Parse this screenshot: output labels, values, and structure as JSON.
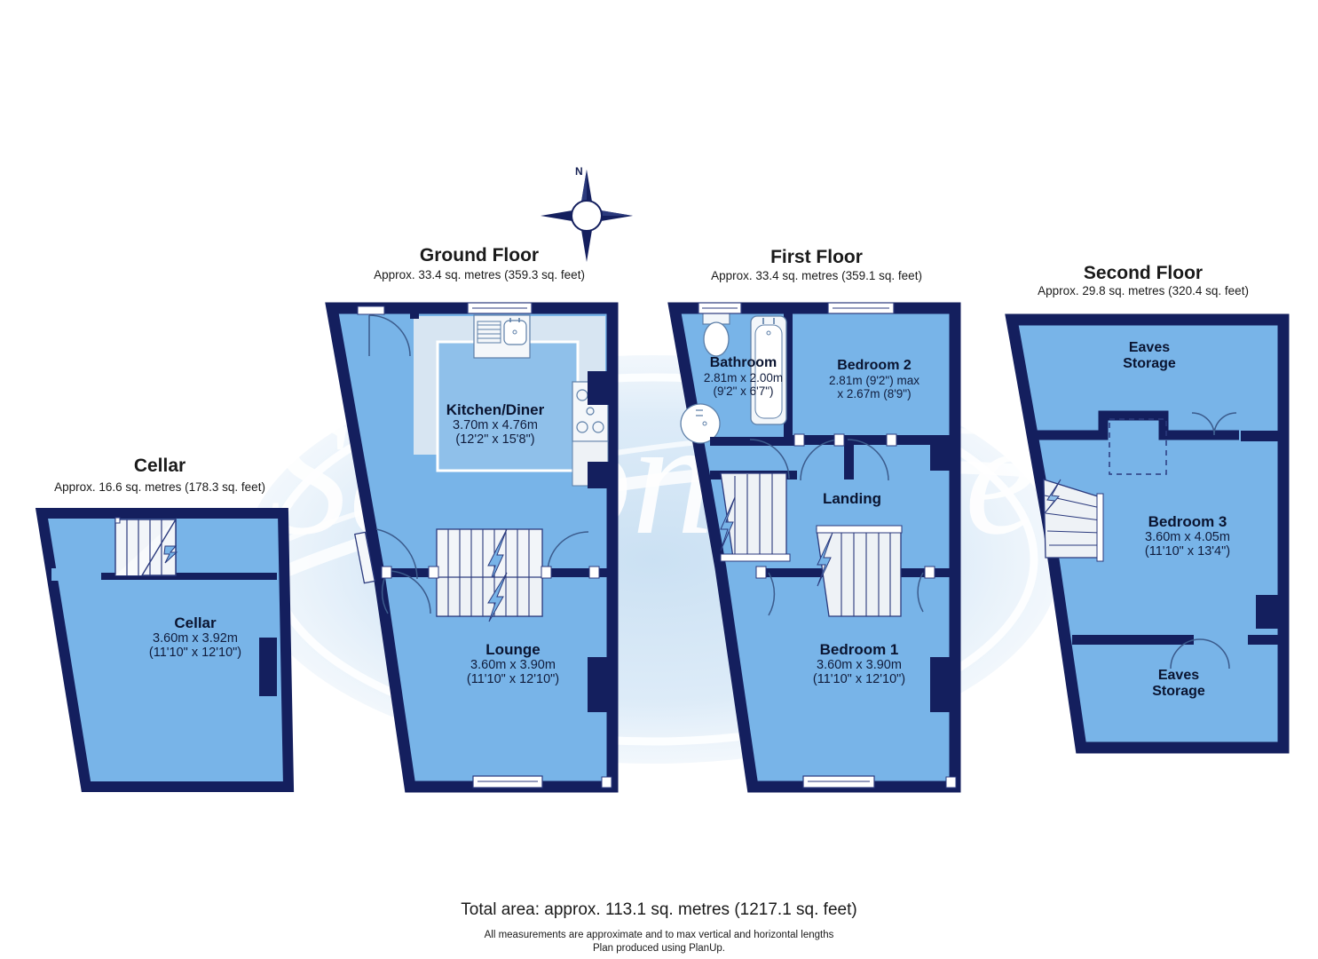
{
  "document": {
    "type": "property-floorplan",
    "watermark": "Saxton Mee",
    "compass_label": "N"
  },
  "floors": [
    {
      "id": "cellar",
      "title": "Cellar",
      "area_line": "Approx. 16.6 sq. metres (178.3 sq. feet)",
      "rooms": [
        {
          "id": "cellar-room",
          "name": "Cellar",
          "dim_metric": "3.60m x 3.92m",
          "dim_imperial": "(11'10\" x 12'10\")"
        }
      ]
    },
    {
      "id": "ground-floor",
      "title": "Ground Floor",
      "area_line": "Approx. 33.4 sq. metres (359.3 sq. feet)",
      "rooms": [
        {
          "id": "kitchen-diner",
          "name": "Kitchen/Diner",
          "dim_metric": "3.70m x 4.76m",
          "dim_imperial": "(12'2\" x 15'8\")"
        },
        {
          "id": "lounge",
          "name": "Lounge",
          "dim_metric": "3.60m x 3.90m",
          "dim_imperial": "(11'10\" x 12'10\")"
        }
      ]
    },
    {
      "id": "first-floor",
      "title": "First Floor",
      "area_line": "Approx. 33.4 sq. metres (359.1 sq. feet)",
      "rooms": [
        {
          "id": "bathroom",
          "name": "Bathroom",
          "dim_metric": "2.81m x 2.00m",
          "dim_imperial": "(9'2\" x 6'7\")"
        },
        {
          "id": "bedroom-2",
          "name": "Bedroom 2",
          "dim_metric": "2.81m (9'2\") max",
          "dim_imperial": "x 2.67m (8'9\")"
        },
        {
          "id": "landing",
          "name": "Landing",
          "dim_metric": "",
          "dim_imperial": ""
        },
        {
          "id": "bedroom-1",
          "name": "Bedroom 1",
          "dim_metric": "3.60m x 3.90m",
          "dim_imperial": "(11'10\" x 12'10\")"
        }
      ]
    },
    {
      "id": "second-floor",
      "title": "Second Floor",
      "area_line": "Approx. 29.8 sq. metres (320.4 sq. feet)",
      "rooms": [
        {
          "id": "eaves-storage-top",
          "name": "Eaves\nStorage",
          "name_line1": "Eaves",
          "name_line2": "Storage",
          "dim_metric": "",
          "dim_imperial": ""
        },
        {
          "id": "bedroom-3",
          "name": "Bedroom 3",
          "dim_metric": "3.60m x 4.05m",
          "dim_imperial": "(11'10\" x 13'4\")"
        },
        {
          "id": "eaves-storage-bottom",
          "name": "Eaves\nStorage",
          "name_line1": "Eaves",
          "name_line2": "Storage",
          "dim_metric": "",
          "dim_imperial": ""
        }
      ]
    }
  ],
  "footer": {
    "total_area": "Total area: approx. 113.1 sq. metres (1217.1 sq. feet)",
    "disclaimer_line1": "All measurements are approximate and to max vertical and horizontal lengths",
    "disclaimer_line2": "Plan produced using PlanUp."
  },
  "colors": {
    "wall": "#141f5e",
    "wall_dark": "#0e1747",
    "floor_fill": "#78b4e8",
    "floor_fill_light": "#9ccbf0",
    "fixture_fill": "#e2e8ee",
    "stair_fill": "#eef2f6",
    "background": "#ffffff",
    "text": "#0a1430",
    "watermark": "#dce9f5"
  }
}
